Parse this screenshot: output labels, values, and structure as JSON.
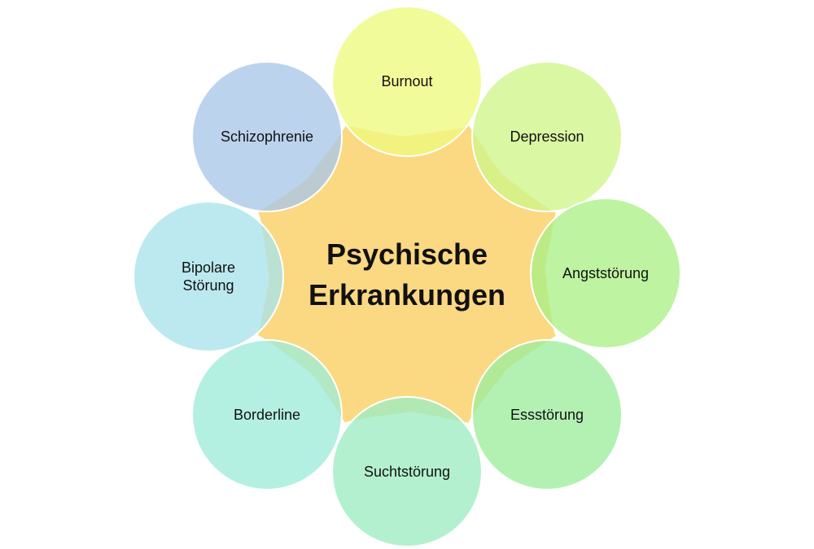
{
  "center": {
    "title_lines": [
      "Psychische",
      "Erkrankungen"
    ],
    "color": "#fbd882"
  },
  "satellites": [
    {
      "id": "burnout",
      "label_lines": [
        "Burnout"
      ],
      "color": "#eefa7e"
    },
    {
      "id": "depression",
      "label_lines": [
        "Depression"
      ],
      "color": "#d0f58a"
    },
    {
      "id": "angststoerung",
      "label_lines": [
        "Angststörung"
      ],
      "color": "#abef86"
    },
    {
      "id": "essstoerung",
      "label_lines": [
        "Essstörung"
      ],
      "color": "#9ded9e"
    },
    {
      "id": "suchtstoerung",
      "label_lines": [
        "Suchtstörung"
      ],
      "color": "#9eecc2"
    },
    {
      "id": "borderline",
      "label_lines": [
        "Borderline"
      ],
      "color": "#9fecd9"
    },
    {
      "id": "bipolare",
      "label_lines": [
        "Bipolare",
        "Störung"
      ],
      "color": "#a8e3ea"
    },
    {
      "id": "schizophrenie",
      "label_lines": [
        "Schizophrenie"
      ],
      "color": "#a9c6e8"
    }
  ]
}
